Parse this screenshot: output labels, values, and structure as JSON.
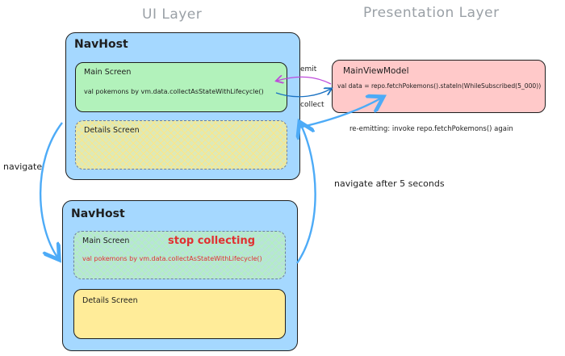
{
  "titles": {
    "ui_layer": "UI Layer",
    "presentation_layer": "Presentation Layer"
  },
  "top_navhost": {
    "title": "NavHost",
    "main_screen": {
      "title": "Main Screen",
      "code": "val pokemons by vm.data.collectAsStateWithLifecycle()"
    },
    "details_screen": {
      "title": "Details Screen"
    }
  },
  "bottom_navhost": {
    "title": "NavHost",
    "main_screen": {
      "title": "Main Screen",
      "code": "val pokemons by vm.data.collectAsStateWithLifecycle()",
      "status": "stop collecting"
    },
    "details_screen": {
      "title": "Details Screen"
    }
  },
  "viewmodel": {
    "title": "MainViewModel",
    "code": "val data = repo.fetchPokemons().stateIn(WhileSubscribed(5_000))"
  },
  "edges": {
    "emit": "emit",
    "collect": "collect",
    "reemit": "re-emitting: invoke repo.fetchPokemons() again",
    "navigate": "navigate",
    "navigate_back": "navigate after 5 seconds"
  },
  "colors": {
    "navhost": "#a5d8ff",
    "main_screen": "#b2f2bb",
    "details_screen": "#ffec99",
    "viewmodel": "#ffc9c9",
    "stop_collecting": "#e03131",
    "emit_arrow": "#be4bdb",
    "collect_arrow": "#1971c2",
    "navigate_arrow": "#4dabf7"
  }
}
